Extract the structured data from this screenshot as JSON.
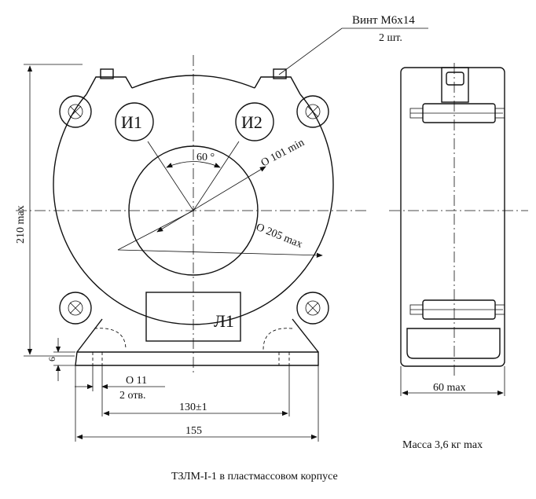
{
  "drawing": {
    "callout_screw": "Винт М6х14",
    "callout_qty": "2 шт.",
    "terminal_1": "И1",
    "terminal_2": "И2",
    "terminal_3": "Л1",
    "angle_label": "60 °",
    "inner_diameter": "О  101 min",
    "outer_diameter": "О  205 max",
    "height_dim": "210 max",
    "base_thickness": "6",
    "hole_dim": "О  11",
    "hole_qty": "2 отв.",
    "hole_spacing": "130±1",
    "base_width": "155",
    "side_width": "60 max",
    "mass": "Масса 3,6 кг max",
    "caption": "ТЗЛМ-I-1 в пластмассовом корпусе"
  }
}
